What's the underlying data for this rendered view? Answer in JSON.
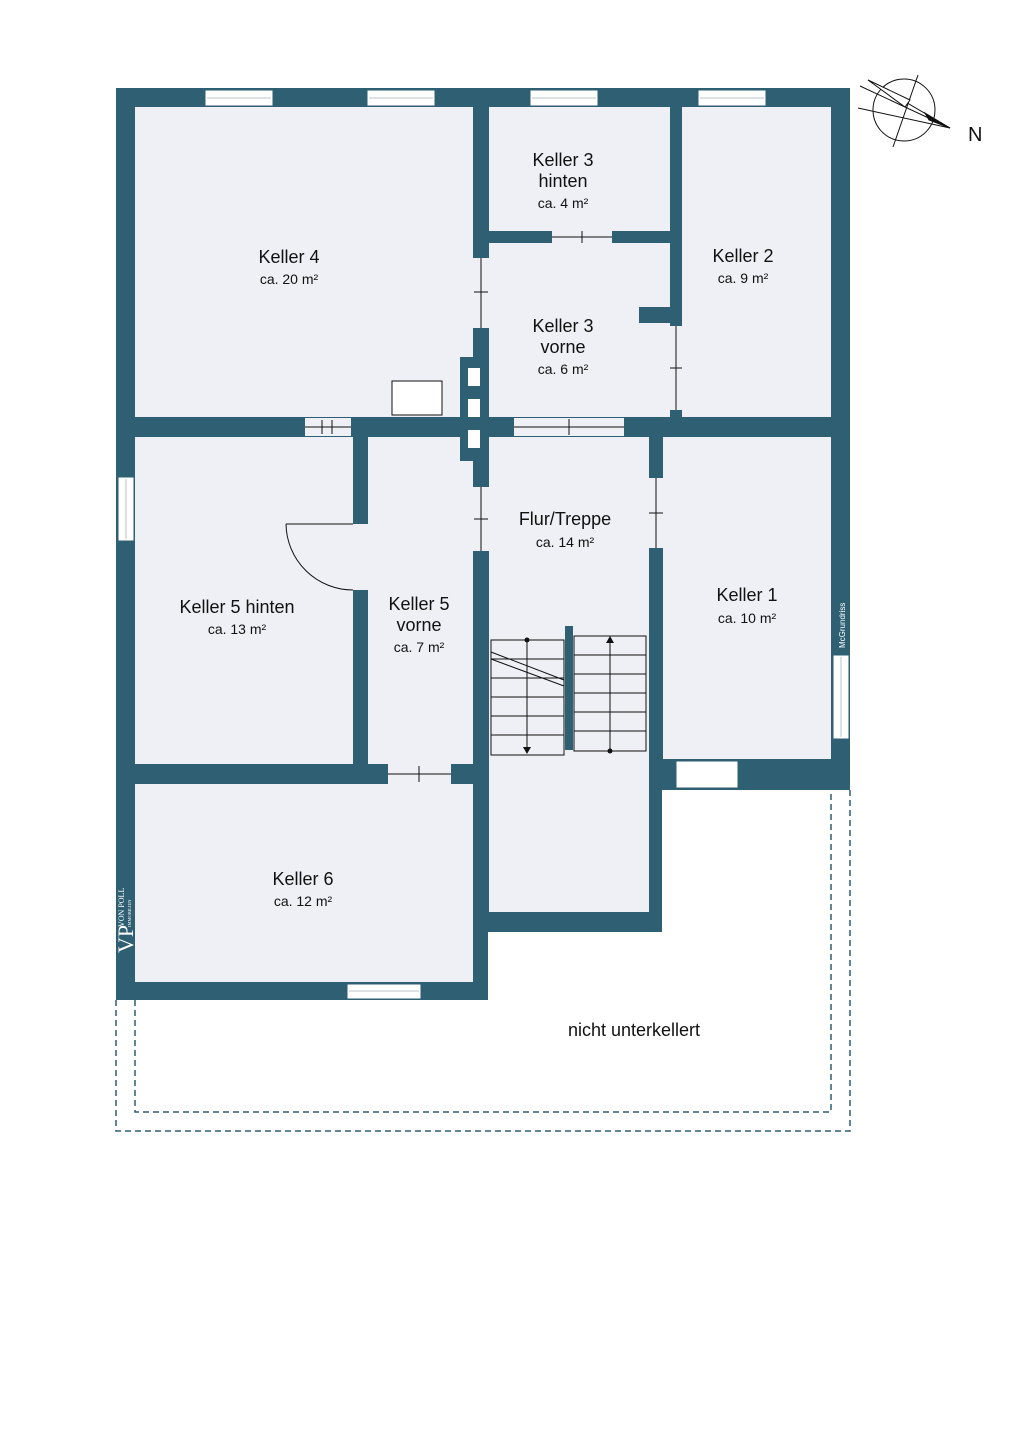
{
  "rooms": {
    "keller4": {
      "name": "Keller 4",
      "area": "ca. 20 m²"
    },
    "keller3_hinten": {
      "name_line1": "Keller 3",
      "name_line2": "hinten",
      "area": "ca. 4 m²"
    },
    "keller2": {
      "name": "Keller 2",
      "area": "ca. 9 m²"
    },
    "keller3_vorne": {
      "name_line1": "Keller 3",
      "name_line2": "vorne",
      "area": "ca. 6 m²"
    },
    "flur": {
      "name": "Flur/Treppe",
      "area": "ca. 14 m²"
    },
    "keller1": {
      "name": "Keller 1",
      "area": "ca. 10 m²"
    },
    "keller5_hinten": {
      "name": "Keller 5 hinten",
      "area": "ca. 13 m²"
    },
    "keller5_vorne": {
      "name_line1": "Keller 5",
      "name_line2": "vorne",
      "area": "ca. 7 m²"
    },
    "keller6": {
      "name": "Keller 6",
      "area": "ca. 12 m²"
    }
  },
  "outside": {
    "label": "nicht unterkellert"
  },
  "compass": {
    "label": "N"
  },
  "credit": {
    "label": "McGrundriss"
  },
  "logo": {
    "mark": "VP",
    "name": "VON POLL",
    "sub": "IMMOBILIEN"
  },
  "colors": {
    "wall": "#2f5f72",
    "room_fill": "#eff0f5",
    "window": "#ffffff",
    "text": "#111111"
  }
}
